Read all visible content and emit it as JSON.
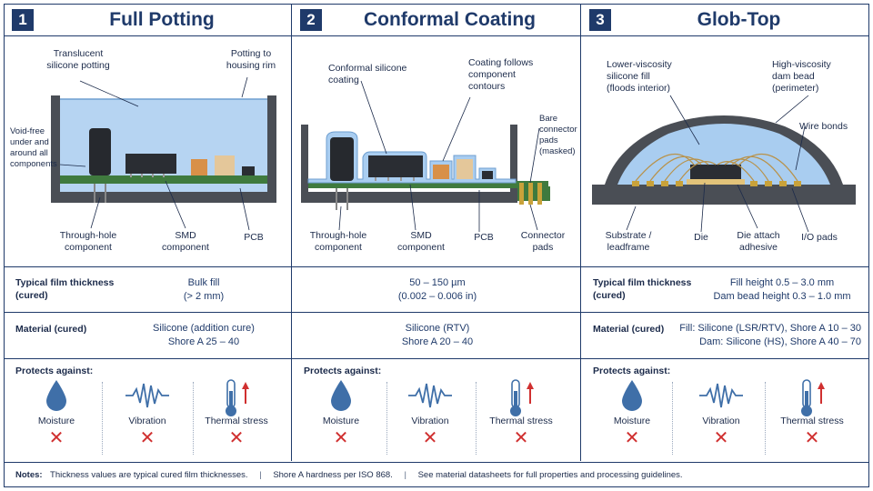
{
  "panels": [
    {
      "num": "1",
      "title": "Full Potting",
      "labels": {
        "potting": "Translucent\nsilicone potting",
        "rim": "Potting to\nhousing rim",
        "void": "Void-free\nunder and\naround all\ncomponents",
        "through": "Through-hole\ncomponent",
        "smd": "SMD\ncomponent",
        "pcb": "PCB"
      },
      "thickness_label": "Typical film thickness\n(cured)",
      "thickness_value": "Bulk fill\n(> 2 mm)",
      "material_label": "Material (cured)",
      "material_value": "Silicone (addition cure)\nShore A 25 – 40"
    },
    {
      "num": "2",
      "title": "Conformal Coating",
      "labels": {
        "coating": "Conformal silicone\ncoating",
        "follows": "Coating follows\ncomponent\ncontours",
        "bare": "Bare\nconnector\npads\n(masked)",
        "through": "Through-hole\ncomponent",
        "smd": "SMD\ncomponent",
        "pcb": "PCB",
        "connector": "Connector\npads"
      },
      "thickness_value": "50 – 150 µm\n(0.002 – 0.006 in)",
      "material_value": "Silicone (RTV)\nShore A 20 – 40"
    },
    {
      "num": "3",
      "title": "Glob-Top",
      "labels": {
        "lowvisc": "Lower-viscosity\nsilicone fill\n(floods interior)",
        "highvisc": "High-viscosity\ndam bead\n(perimeter)",
        "wire": "Wire bonds",
        "substrate": "Substrate /\nleadframe",
        "die": "Die",
        "attach": "Die attach\nadhesive",
        "io": "I/O pads"
      },
      "thickness_label": "Typical film thickness\n(cured)",
      "thickness_value": "Fill height 0.5 – 3.0 mm\nDam bead height 0.3 – 1.0 mm",
      "material_label": "Material (cured)",
      "material_value": "Fill: Silicone (LSR/RTV), Shore A 10 – 30\nDam: Silicone (HS), Shore A 40 – 70"
    }
  ],
  "protects": {
    "title": "Protects against:",
    "items": [
      {
        "name": "Moisture",
        "icon": "droplet-icon"
      },
      {
        "name": "Vibration",
        "icon": "vibration-wave-icon"
      },
      {
        "name": "Thermal stress",
        "icon": "thermometer-icon"
      }
    ],
    "mark": "✕"
  },
  "notes": {
    "label": "Notes:",
    "items": [
      "Thickness values are typical cured film thicknesses.",
      "Shore A hardness per ISO 868.",
      "See material datasheets for full properties and processing guidelines."
    ],
    "separator": "|"
  },
  "colors": {
    "navy": "#1f3a6a",
    "silicone": "#a9cdf0",
    "pcb": "#3f7a3e",
    "housing": "#4a4e55",
    "red": "#d03030",
    "icon_blue": "#3f6fa8"
  }
}
